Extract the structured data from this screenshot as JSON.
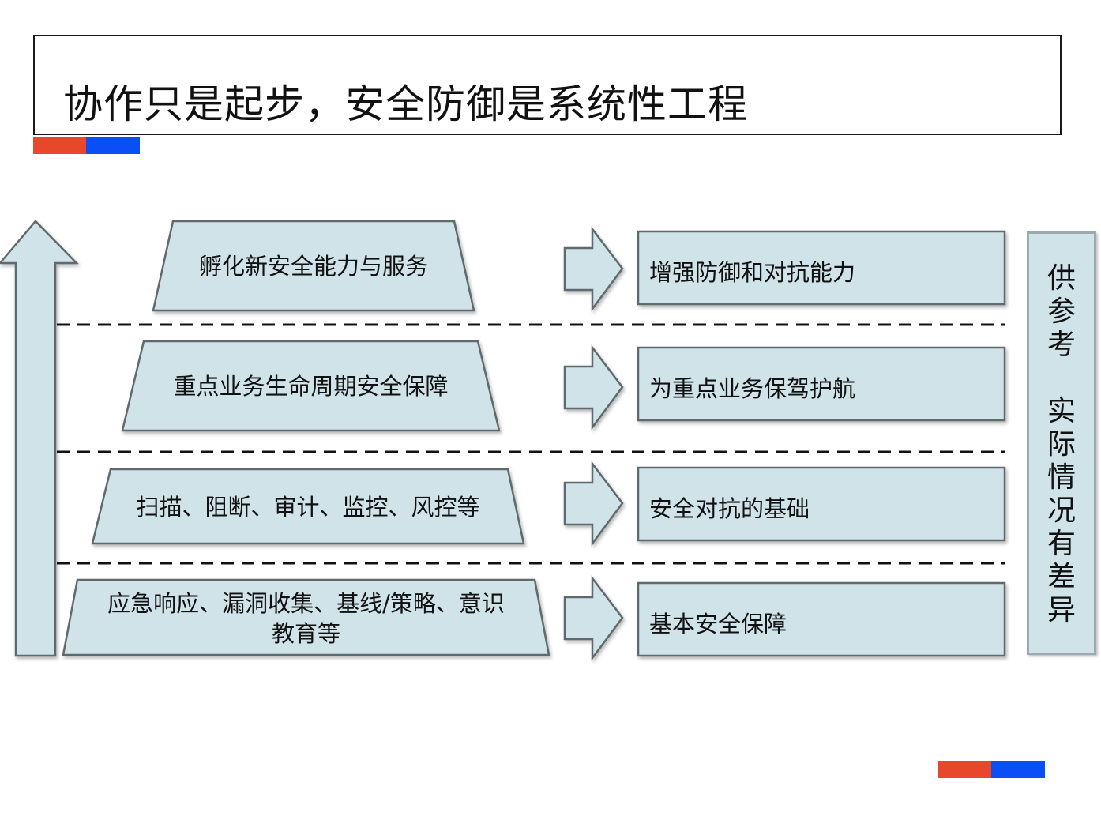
{
  "title": "协作只是起步，安全防御是系统性工程",
  "accent_colors": {
    "red": "#e8472b",
    "blue": "#0a4ef5"
  },
  "layers": [
    {
      "left": "孵化新安全能力与服务",
      "right": "增强防御和对抗能力"
    },
    {
      "left": "重点业务生命周期安全保障",
      "right": "为重点业务保驾护航"
    },
    {
      "left": "扫描、阻断、审计、监控、风控等",
      "right": "安全对抗的基础"
    },
    {
      "left_line1": "应急响应、漏洞收集、基线/策略、意识",
      "left_line2": "教育等",
      "right": "基本安全保障"
    }
  ],
  "side_note": {
    "chars": [
      "供",
      "参",
      "考",
      "",
      "实",
      "际",
      "情",
      "况",
      "有",
      "差",
      "异"
    ]
  },
  "fill_color": "#cfe3e8"
}
